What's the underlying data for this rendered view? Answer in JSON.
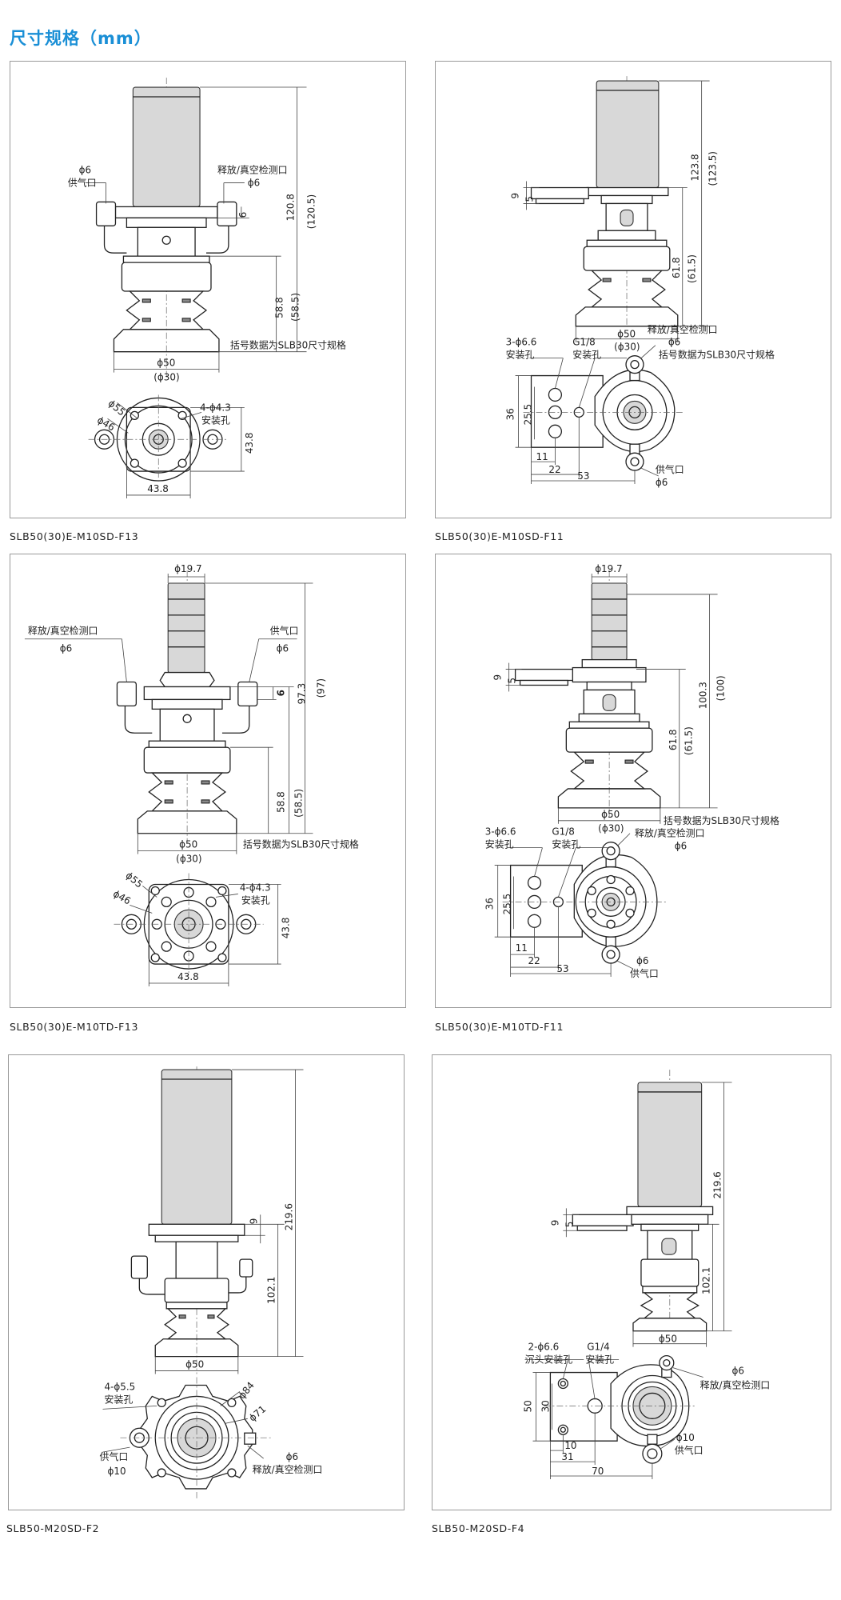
{
  "page": {
    "title": "尺寸规格（mm）"
  },
  "notes": {
    "slb30": "括号数据为SLB30尺寸规格"
  },
  "labels": {
    "supply_port": "供气口",
    "release_port": "释放/真空检测口",
    "mount_hole": "安装孔",
    "counterbore_hole": "沉头安装孔"
  },
  "panels": [
    {
      "caption": "SLB50(30)E-M10SD-F13",
      "dims": {
        "phi6a": "ϕ6",
        "phi6b": "ϕ6",
        "d6": "6",
        "h1": "120.8",
        "h1b": "(120.5)",
        "h2": "58.8",
        "h2b": "(58.5)",
        "phi50": "ϕ50",
        "phi30": "(ϕ30)",
        "phi55": "ϕ55",
        "phi46": "ϕ46",
        "holes": "4-ϕ4.3",
        "w": "43.8",
        "hv": "43.8"
      }
    },
    {
      "caption": "SLB50(30)E-M10SD-F11",
      "dims": {
        "d9": "9",
        "d5": "5",
        "h1": "123.8",
        "h1b": "(123.5)",
        "h2": "61.8",
        "h2b": "(61.5)",
        "phi50": "ϕ50",
        "phi30": "(ϕ30)",
        "holes": "3-ϕ6.6",
        "g": "G1/8",
        "phi6a": "ϕ6",
        "v36": "36",
        "v25": "25.5",
        "w11": "11",
        "w22": "22",
        "w53": "53",
        "phi6b": "ϕ6"
      }
    },
    {
      "caption": "SLB50(30)E-M10TD-F13",
      "dims": {
        "phi197": "ϕ19.7",
        "phi6a": "ϕ6",
        "phi6b": "ϕ6",
        "d6": "6",
        "h1": "97.3",
        "h1b": "(97)",
        "h2": "58.8",
        "h2b": "(58.5)",
        "phi50": "ϕ50",
        "phi30": "(ϕ30)",
        "phi55": "ϕ55",
        "phi46": "ϕ46",
        "holes": "4-ϕ4.3",
        "w": "43.8",
        "hv": "43.8"
      }
    },
    {
      "caption": "SLB50(30)E-M10TD-F11",
      "dims": {
        "phi197": "ϕ19.7",
        "d9": "9",
        "d5": "5",
        "h1": "100.3",
        "h1b": "(100)",
        "h2": "61.8",
        "h2b": "(61.5)",
        "phi50": "ϕ50",
        "phi30": "(ϕ30)",
        "holes": "3-ϕ6.6",
        "g": "G1/8",
        "phi6a": "ϕ6",
        "v36": "36",
        "v25": "25.5",
        "w11": "11",
        "w22": "22",
        "w53": "53",
        "phi6b": "ϕ6"
      }
    },
    {
      "caption": "SLB50-M20SD-F2",
      "dims": {
        "d9": "9",
        "h1": "219.6",
        "h2": "102.1",
        "phi50": "ϕ50",
        "holes": "4-ϕ5.5",
        "phi84": "ϕ84",
        "phi71": "ϕ71",
        "phi10": "ϕ10",
        "phi6": "ϕ6"
      }
    },
    {
      "caption": "SLB50-M20SD-F4",
      "dims": {
        "d9": "9",
        "d5": "5",
        "h1": "219.6",
        "h2": "102.1",
        "phi50": "ϕ50",
        "holes": "2-ϕ6.6",
        "g": "G1/4",
        "phi6": "ϕ6",
        "v50": "50",
        "v30": "30",
        "w10": "10",
        "w31": "31",
        "w70": "70",
        "phi10": "ϕ10"
      }
    }
  ]
}
